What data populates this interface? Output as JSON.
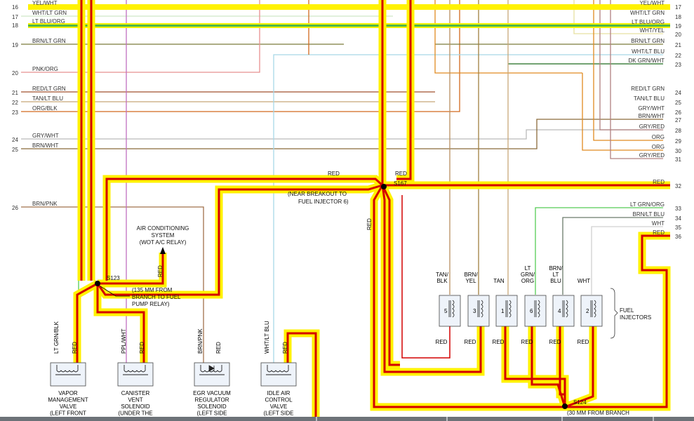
{
  "left_rows": [
    {
      "num": "16",
      "label": "YEL/WHT"
    },
    {
      "num": "17",
      "label": "WHT/LT GRN"
    },
    {
      "num": "18",
      "label": "LT BLU/ORG"
    },
    {
      "num": "19",
      "label": "BRN/LT GRN"
    },
    {
      "num": "20",
      "label": "PNK/ORG"
    },
    {
      "num": "21",
      "label": "RED/LT GRN"
    },
    {
      "num": "22",
      "label": "TAN/LT BLU"
    },
    {
      "num": "23",
      "label": "ORG/BLK"
    },
    {
      "num": "24",
      "label": "GRY/WHT"
    },
    {
      "num": "25",
      "label": "BRN/WHT"
    },
    {
      "num": "26",
      "label": "BRN/PNK"
    }
  ],
  "right_rows": [
    {
      "num": "17",
      "label": "YEL/WHT"
    },
    {
      "num": "18",
      "label": "WHT/LT GRN"
    },
    {
      "num": "19",
      "label": "LT BLU/ORG"
    },
    {
      "num": "20",
      "label": "WHT/YEL"
    },
    {
      "num": "21",
      "label": "BRN/LT GRN"
    },
    {
      "num": "22",
      "label": "WHT/LT BLU"
    },
    {
      "num": "23",
      "label": "DK GRN/WHT"
    },
    {
      "num": "24",
      "label": "RED/LT GRN"
    },
    {
      "num": "25",
      "label": "TAN/LT BLU"
    },
    {
      "num": "26",
      "label": "GRY/WHT"
    },
    {
      "num": "27",
      "label": "BRN/WHT"
    },
    {
      "num": "28",
      "label": "GRY/RED"
    },
    {
      "num": "29",
      "label": "ORG"
    },
    {
      "num": "30",
      "label": "ORG"
    },
    {
      "num": "31",
      "label": "GRY/RED"
    },
    {
      "num": "32",
      "label": "RED"
    },
    {
      "num": "33",
      "label": "LT GRN/ORG"
    },
    {
      "num": "34",
      "label": "BRN/LT BLU"
    },
    {
      "num": "35",
      "label": "WHT"
    },
    {
      "num": "36",
      "label": "RED"
    }
  ],
  "splices": {
    "s167": {
      "name": "S167",
      "note_line1": "(NEAR BREAKOUT TO",
      "note_line2": "FUEL INJECTOR 6)"
    },
    "s123": {
      "name": "S123",
      "note_line1": "(135 MM FROM",
      "note_line2": "BRANCH TO FUEL",
      "note_line3": "PUMP RELAY)"
    },
    "s124": {
      "name": "S124",
      "note_line1": "(30 MM FROM BRANCH"
    }
  },
  "wire_labels": {
    "red_top_left": "RED",
    "red_top_right": "RED",
    "red_vertical": "RED",
    "red_to_ac": "RED"
  },
  "ac_system": {
    "line1": "AIR CONDITIONING",
    "line2": "SYSTEM",
    "line3": "(WOT A/C RELAY)"
  },
  "components": [
    {
      "wire_left": "LT GRN/BLK",
      "wire_right": "RED",
      "name_lines": [
        "VAPOR",
        "MANAGEMENT",
        "VALVE",
        "(LEFT FRONT"
      ]
    },
    {
      "wire_left": "PPL/WHT",
      "wire_right": "RED",
      "name_lines": [
        "CANISTER",
        "VENT",
        "SOLENOID",
        "(UNDER THE"
      ]
    },
    {
      "wire_left": "BRN/PNK",
      "wire_right": "RED",
      "name_lines": [
        "EGR VACUUM",
        "REGULATOR",
        "SOLENOID",
        "(LEFT SIDE"
      ]
    },
    {
      "wire_left": "WHT/LT BLU",
      "wire_right": "RED",
      "name_lines": [
        "IDLE AIR",
        "CONTROL",
        "VALVE",
        "(LEFT SIDE"
      ]
    }
  ],
  "injectors": {
    "group_label_line1": "FUEL",
    "group_label_line2": "INJECTORS",
    "items": [
      {
        "num": "5",
        "wire_top": [
          "TAN/",
          "BLK"
        ],
        "wire_bottom": "RED"
      },
      {
        "num": "3",
        "wire_top": [
          "BRN/",
          "YEL"
        ],
        "wire_bottom": "RED"
      },
      {
        "num": "1",
        "wire_top": [
          "TAN"
        ],
        "wire_bottom": "RED"
      },
      {
        "num": "6",
        "wire_top": [
          "LT",
          "GRN/",
          "ORG"
        ],
        "wire_bottom": "RED"
      },
      {
        "num": "4",
        "wire_top": [
          "BRN/",
          "LT",
          "BLU"
        ],
        "wire_bottom": "RED"
      },
      {
        "num": "2",
        "wire_top": [
          "WHT"
        ],
        "wire_bottom": "RED"
      }
    ]
  },
  "colors": {
    "highlight_yellow": "#fff200",
    "highlight_red": "#d40000",
    "lt_green": "#55cc55",
    "pink": "#e07ab0",
    "brown": "#8b5a2b",
    "orange": "#e08a20",
    "gray": "#a0a0a0",
    "lt_blue": "#a8d8e8",
    "dk_green": "#1f6b1f",
    "purple": "#c070c0",
    "tan": "#c8a878"
  }
}
